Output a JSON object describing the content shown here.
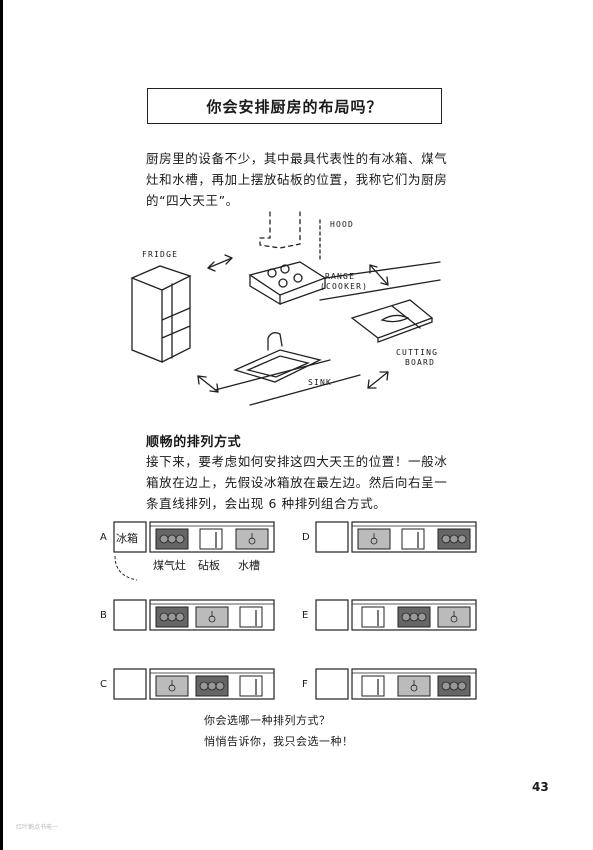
{
  "title": "你会安排厨房的布局吗？",
  "intro": "厨房里的设备不少，其中最具代表性的有冰箱、煤气灶和水槽，再加上摆放砧板的位置，我称它们为厨房的“四大天王”。",
  "illustration_labels": {
    "hood": "HOOD",
    "fridge": "FRIDGE",
    "range": "RANGE",
    "cooker": "(COOKER)",
    "cutting": "CUTTING",
    "board": "BOARD",
    "sink": "SINK"
  },
  "section_heading": "顺畅的排列方式",
  "body": "接下来，要考虑如何安排这四大天王的位置！一般冰箱放在边上，先假设冰箱放在最左边。然后向右呈一条直线排列，会出现 6 种排列组合方式。",
  "layouts": [
    {
      "letter": "A",
      "order": [
        "range",
        "board",
        "sink"
      ]
    },
    {
      "letter": "B",
      "order": [
        "range",
        "sink",
        "board"
      ]
    },
    {
      "letter": "C",
      "order": [
        "sink",
        "range",
        "board"
      ]
    },
    {
      "letter": "D",
      "order": [
        "sink",
        "board",
        "range"
      ]
    },
    {
      "letter": "E",
      "order": [
        "board",
        "range",
        "sink"
      ]
    },
    {
      "letter": "F",
      "order": [
        "board",
        "sink",
        "range"
      ]
    }
  ],
  "labels_a": {
    "fridge": "冰箱",
    "range": "煤气灶",
    "board": "砧板",
    "sink": "水槽"
  },
  "question1": "你会选哪一种排列方式？",
  "question2": "悄悄告诉你，我只会选一种！",
  "page_number": "43",
  "watermark": "红叶鹅点书电一"
}
